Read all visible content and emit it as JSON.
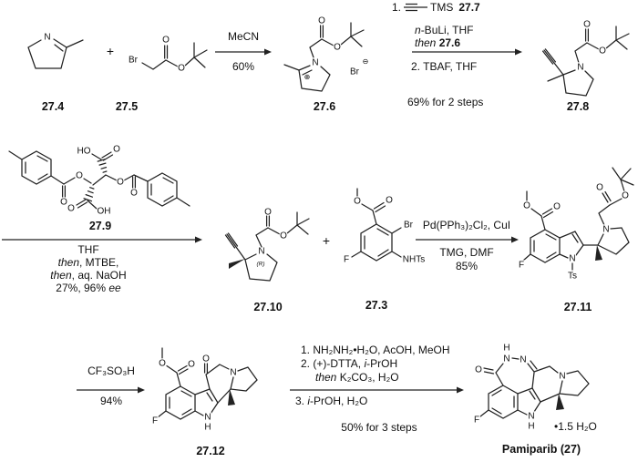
{
  "plus": "+",
  "atoms": {
    "N": "N",
    "O": "O",
    "Br": "Br",
    "F": "F",
    "H": "H",
    "HO": "HO",
    "OH": "OH",
    "NHTs": "NHTs",
    "Ts": "Ts",
    "plus_charge": "⊕",
    "minus_charge": "⊖",
    "stereo_R": "(R)"
  },
  "compounds": {
    "c27_4": {
      "label": "27.4"
    },
    "c27_5": {
      "label": "27.5"
    },
    "c27_6": {
      "label": "27.6"
    },
    "c27_8": {
      "label": "27.8"
    },
    "c27_9": {
      "label": "27.9"
    },
    "c27_10": {
      "label": "27.10"
    },
    "c27_3": {
      "label": "27.3"
    },
    "c27_11": {
      "label": "27.11"
    },
    "c27_12": {
      "label": "27.12"
    },
    "pamiparib": {
      "label": "Pamiparib (27)",
      "hydrate": "•1.5 H₂O"
    }
  },
  "steps": {
    "step1": {
      "above": "MeCN",
      "below": "60%"
    },
    "step2": {
      "line1_num": "1.",
      "line1_reagent": "TMS",
      "line1_ref": "27.7",
      "line2_italic": "n",
      "line2_rest": "-BuLi, THF",
      "line3_italic": "then ",
      "line3_bold": "27.6",
      "line4": "2. TBAF, THF",
      "yield": "69% for 2 steps"
    },
    "step3": {
      "l1": "THF",
      "l2_it": "then",
      "l2_rest": ", MTBE,",
      "l3_it": "then",
      "l3_rest": ", aq. NaOH",
      "l4": "27%, 96% ",
      "l4_it": "ee"
    },
    "step4": {
      "above": "Pd(PPh₃)₂Cl₂, CuI",
      "below1": "TMG, DMF",
      "below2": "85%"
    },
    "step5": {
      "above": "CF₃SO₃H",
      "below": "94%"
    },
    "step6": {
      "l1": "1. NH₂NH₂•H₂O, AcOH, MeOH",
      "l2a": "2. (+)-DTTA, ",
      "l2b": "i",
      "l2c": "-PrOH",
      "l3a": "then",
      "l3b": " K₂CO₃, H₂O",
      "l4a": "3. ",
      "l4b": "i",
      "l4c": "-PrOH, H₂O",
      "yield": "50% for 3 steps"
    }
  }
}
